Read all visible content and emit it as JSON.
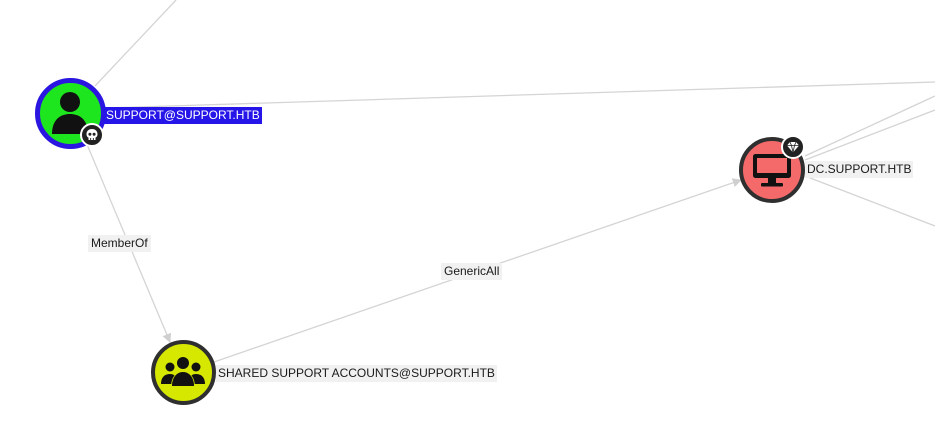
{
  "graph": {
    "nodes": {
      "user": {
        "label": "SUPPORT@SUPPORT.HTB",
        "type": "user-icon",
        "fill": "#1ee61e",
        "ring": "#2a16e0",
        "badge": "skull-icon",
        "selected": true
      },
      "group": {
        "label": "SHARED SUPPORT ACCOUNTS@SUPPORT.HTB",
        "type": "group-icon",
        "fill": "#d6e800",
        "ring": "#2f2f2f",
        "badge": null
      },
      "computer": {
        "label": "DC.SUPPORT.HTB",
        "type": "computer-icon",
        "fill": "#f46a6a",
        "ring": "#2f2f2f",
        "badge": "diamond-icon"
      }
    },
    "edges": {
      "memberof": "MemberOf",
      "genericall": "GenericAll"
    }
  },
  "colors": {
    "edge": "#d4d4d4",
    "label_bg": "#f1f1f1",
    "selected_label_bg": "#2515e8"
  }
}
